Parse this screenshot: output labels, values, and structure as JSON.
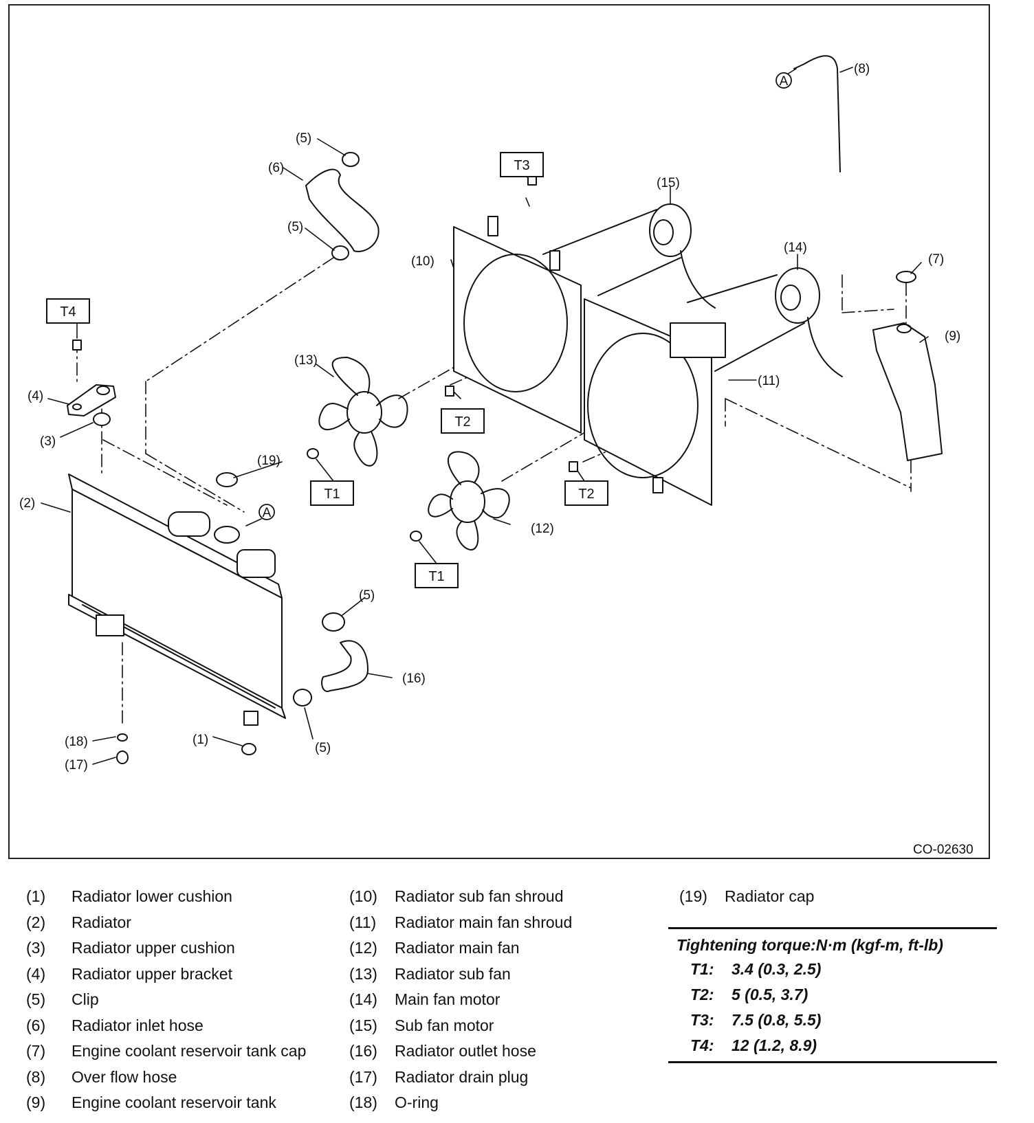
{
  "diagram": {
    "reference_id": "CO-02630",
    "callouts": {
      "c1": "(1)",
      "c2": "(2)",
      "c3": "(3)",
      "c4": "(4)",
      "c5a": "(5)",
      "c5b": "(5)",
      "c5c": "(5)",
      "c5d": "(5)",
      "c6": "(6)",
      "c7": "(7)",
      "c8": "(8)",
      "c9": "(9)",
      "c10": "(10)",
      "c11": "(11)",
      "c12": "(12)",
      "c13": "(13)",
      "c14": "(14)",
      "c15": "(15)",
      "c16": "(16)",
      "c17": "(17)",
      "c18": "(18)",
      "c19": "(19)"
    },
    "torque_boxes": {
      "t3": "T3",
      "t4": "T4",
      "t2a": "T2",
      "t2b": "T2",
      "t1a": "T1",
      "t1b": "T1"
    },
    "marker_a": "A"
  },
  "legend": [
    [
      {
        "num": "(1)",
        "label": "Radiator lower cushion"
      },
      {
        "num": "(2)",
        "label": "Radiator"
      },
      {
        "num": "(3)",
        "label": "Radiator upper cushion"
      },
      {
        "num": "(4)",
        "label": "Radiator upper bracket"
      },
      {
        "num": "(5)",
        "label": "Clip"
      },
      {
        "num": "(6)",
        "label": "Radiator inlet hose"
      },
      {
        "num": "(7)",
        "label": "Engine coolant reservoir tank cap"
      },
      {
        "num": "(8)",
        "label": "Over flow hose"
      },
      {
        "num": "(9)",
        "label": "Engine coolant reservoir tank"
      }
    ],
    [
      {
        "num": "(10)",
        "label": "Radiator sub fan shroud"
      },
      {
        "num": "(11)",
        "label": "Radiator main fan shroud"
      },
      {
        "num": "(12)",
        "label": "Radiator main fan"
      },
      {
        "num": "(13)",
        "label": "Radiator sub fan"
      },
      {
        "num": "(14)",
        "label": "Main fan motor"
      },
      {
        "num": "(15)",
        "label": "Sub fan motor"
      },
      {
        "num": "(16)",
        "label": "Radiator outlet hose"
      },
      {
        "num": "(17)",
        "label": "Radiator drain plug"
      },
      {
        "num": "(18)",
        "label": "O-ring"
      }
    ],
    [
      {
        "num": "(19)",
        "label": "Radiator cap"
      }
    ]
  ],
  "torque": {
    "title": "Tightening torque:N·m (kgf-m, ft-lb)",
    "rows": [
      {
        "key": "T1:",
        "value": "3.4 (0.3, 2.5)"
      },
      {
        "key": "T2:",
        "value": "5 (0.5, 3.7)"
      },
      {
        "key": "T3:",
        "value": "7.5 (0.8, 5.5)"
      },
      {
        "key": "T4:",
        "value": "12 (1.2, 8.9)"
      }
    ]
  }
}
